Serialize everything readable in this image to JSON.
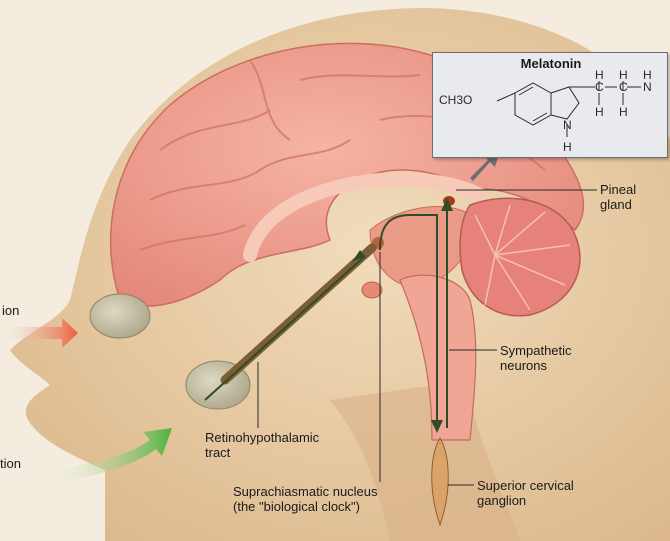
{
  "figure": {
    "labels": {
      "pineal_gland_line1": "Pineal",
      "pineal_gland_line2": "gland",
      "sympathetic_line1": "Sympathetic",
      "sympathetic_line2": "neurons",
      "retinohypothalamic_line1": "Retinohypothalamic",
      "retinohypothalamic_line2": "tract",
      "scn_line1": "Suprachiasmatic nucleus",
      "scn_line2": "(the \"biological clock\")",
      "ganglion_line1": "Superior cervical",
      "ganglion_line2": "ganglion",
      "left_cut_top": "ion",
      "left_cut_bottom": "tion"
    },
    "inset": {
      "title": "Melatonin",
      "methoxy": "CH3O",
      "ring_nh": "N",
      "ring_h": "H",
      "chain_h": "H",
      "chain_c": "C",
      "chain_n": "N"
    },
    "colors": {
      "background": "#f3ecdf",
      "skin": "#ecd3ae",
      "brain": "#f0a292",
      "cerebellum": "#e8807a",
      "red_arrow": "#ee6a4c",
      "green_arrow": "#5fbd4c",
      "tract": "#8b6a3e",
      "neuron_line": "#2f4b2a",
      "inset_bg": "#e9eaed"
    }
  }
}
